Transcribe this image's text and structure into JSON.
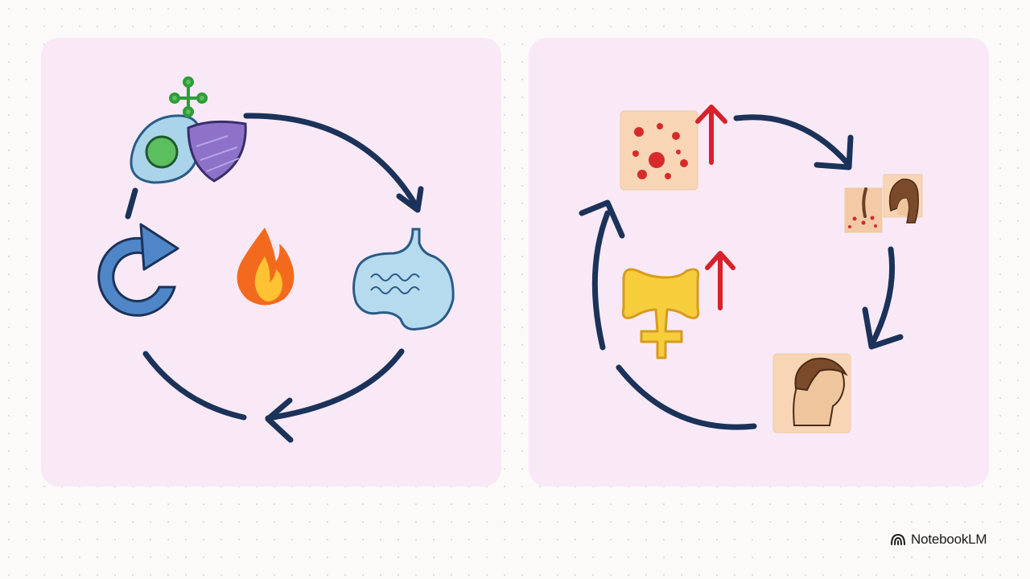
{
  "brand": {
    "name": "NotebookLM",
    "icon": "notebooklm-logo-icon"
  },
  "left_cycle": {
    "icons": [
      "immune-cell-shield-icon",
      "intestine-icon",
      "refresh-cycle-icon",
      "fire-icon"
    ],
    "arrows": 4,
    "colors": {
      "panel": "#f9e9f7",
      "arrow": "#1b3259",
      "fire": "#f36a1f"
    }
  },
  "right_cycle": {
    "icons": [
      "skin-bumps-icon",
      "hair-skin-icon",
      "head-profile-icon",
      "adrenal-gland-icon"
    ],
    "arrows": 4,
    "up_arrows": 2,
    "colors": {
      "panel": "#f9e9f7",
      "arrow": "#1b3259",
      "up_arrow": "#d8212a",
      "tile": "#f8d6b5",
      "gland": "#f6cd3b"
    }
  }
}
